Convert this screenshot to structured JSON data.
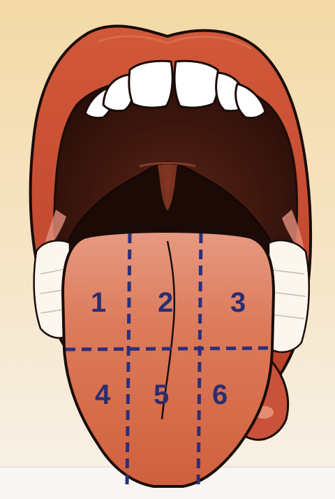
{
  "zones": [
    {
      "label": "1"
    },
    {
      "label": "2"
    },
    {
      "label": "3"
    },
    {
      "label": "4"
    },
    {
      "label": "5"
    },
    {
      "label": "6"
    }
  ],
  "colors": {
    "background_top": "#f2d9a8",
    "background_bottom": "#f8f5f0",
    "lip": "#c84a30",
    "lip_outline": "#1a0c08",
    "mouth_interior": "#3c1810",
    "throat": "#1c0a06",
    "uvula": "#8a3a24",
    "teeth": "#ffffff",
    "tongue": "#d66a48",
    "zone_lines": "#2d2f78",
    "zone_labels": "#2c2d6e"
  }
}
